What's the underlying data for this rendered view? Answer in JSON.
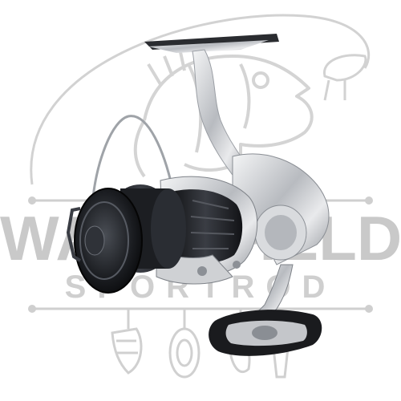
{
  "image": {
    "subject": "spinning fishing reel",
    "watermark": {
      "main_text": "WATERFIELDS",
      "sub_text": "SPORTROD",
      "icons": [
        "fish-sketch-icon",
        "lure-icon",
        "spinner-lure-icon",
        "jig-icon"
      ]
    },
    "colors": {
      "background": "#ffffff",
      "watermark_gray": "#c9c9c9",
      "reel_silver": "#c8cace",
      "reel_dark": "#1e2024",
      "reel_chrome": "#e7e8ea"
    }
  }
}
